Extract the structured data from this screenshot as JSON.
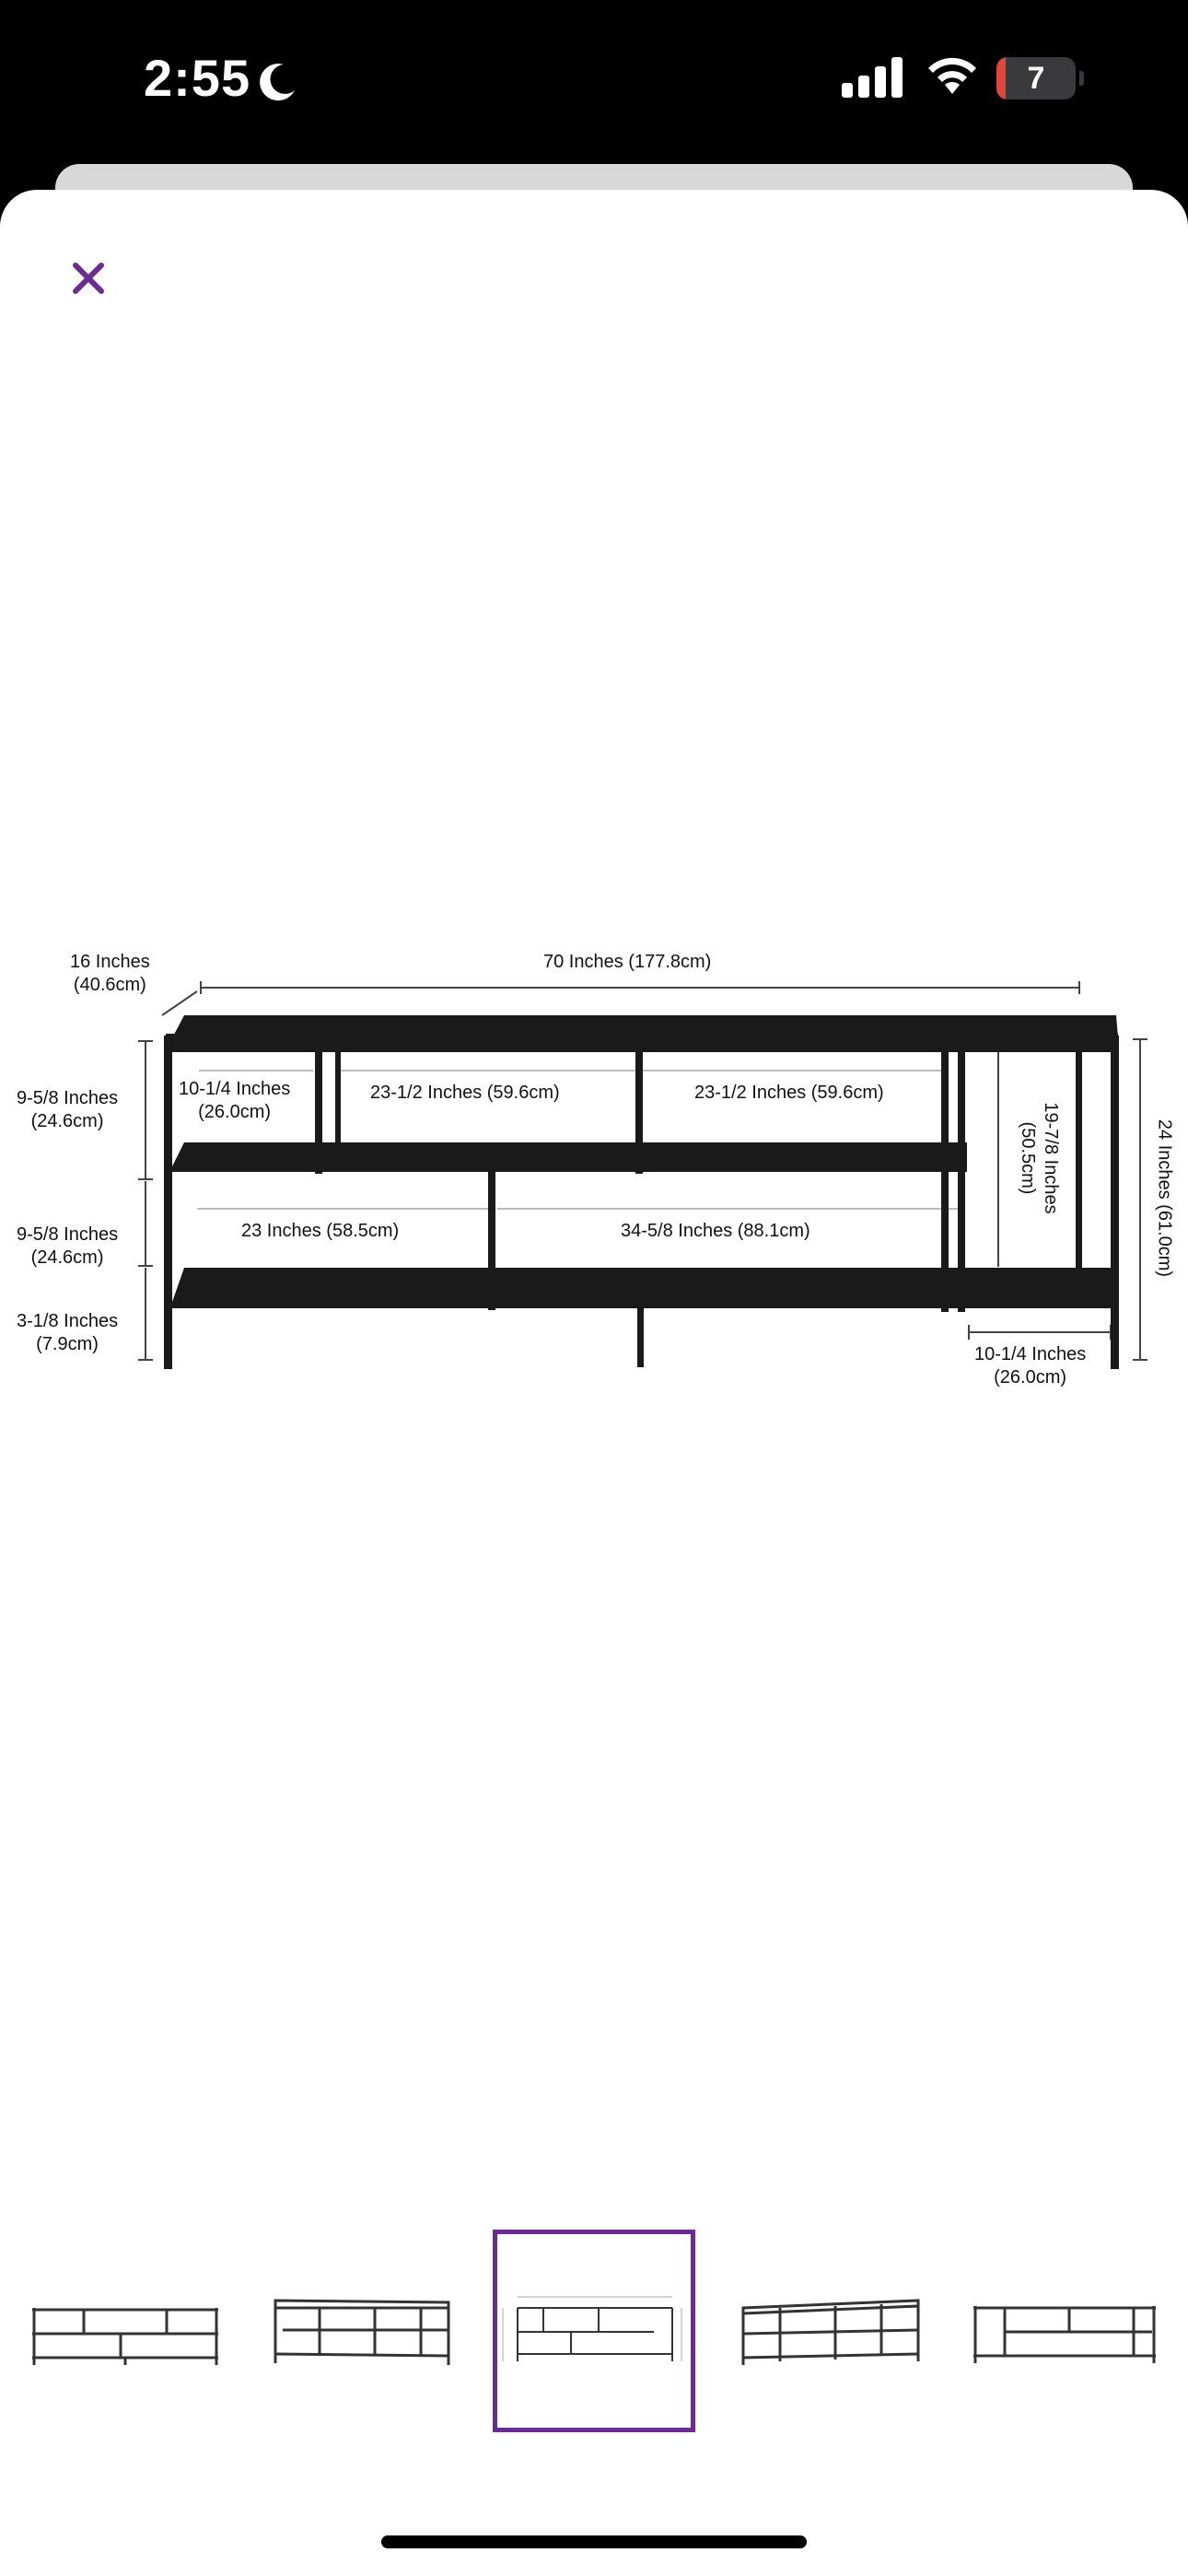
{
  "status_bar": {
    "time": "2:55",
    "battery_level": "7",
    "battery_fraction": 0.07
  },
  "colors": {
    "accent": "#6b2c91",
    "battery_low": "#e0463c",
    "text": "#111111"
  },
  "icons": [
    "moon-icon",
    "cellular-signal-icon",
    "wifi-icon",
    "battery-icon",
    "close-icon"
  ],
  "dimensions": {
    "depth": [
      "16 Inches",
      "(40.6cm)"
    ],
    "width": "70 Inches (177.8cm)",
    "top_shelf_gap": [
      "9-5/8 Inches",
      "(24.6cm)"
    ],
    "mid_shelf_gap": [
      "9-5/8 Inches",
      "(24.6cm)"
    ],
    "leg_height": [
      "3-1/8 Inches",
      "(7.9cm)"
    ],
    "left_cubby": [
      "10-1/4 Inches",
      "(26.0cm)"
    ],
    "upper_left_span": "23-1/2 Inches (59.6cm)",
    "upper_right_span": "23-1/2 Inches (59.6cm)",
    "lower_left_span": "23 Inches (58.5cm)",
    "lower_right_span": "34-5/8 Inches (88.1cm)",
    "tall_section": [
      "19-7/8 Inches",
      "(50.5cm)"
    ],
    "total_height": "24 Inches (61.0cm)",
    "right_cubby": [
      "10-1/4 Inches",
      "(26.0cm)"
    ]
  },
  "thumbnails": {
    "selected_index": 2,
    "count": 5
  }
}
